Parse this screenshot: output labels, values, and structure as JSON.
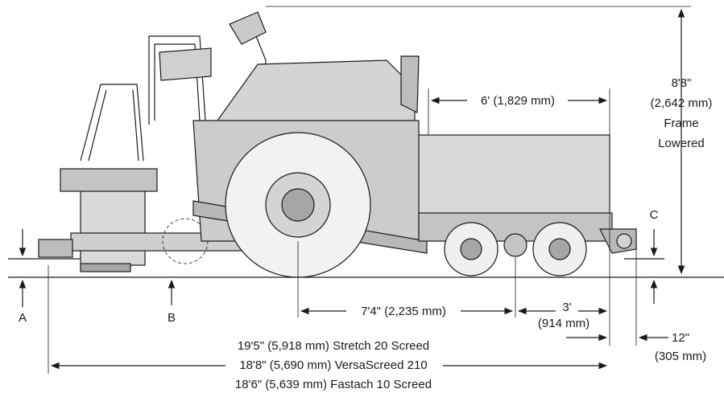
{
  "dimensions": {
    "height": [
      "8'8\"",
      "(2,642 mm)",
      "Frame",
      "Lowered"
    ],
    "hopper_length": "6' (1,829 mm)",
    "wheelbase": "7'4\" (2,235 mm)",
    "axle_spacing": [
      "3'",
      "(914 mm)"
    ],
    "hitch_overhang": [
      "12\"",
      "(305 mm)"
    ],
    "overall_length": [
      "19'5\" (5,918 mm) Stretch 20 Screed",
      "18'8\" (5,690 mm) VersaScreed 210",
      "18'6\" (5,639 mm) Fastach 10 Screed"
    ]
  },
  "markers": {
    "a": "A",
    "b": "B",
    "c": "C"
  },
  "colors": {
    "line": "#1a1a1a",
    "body": "#d9d9d9",
    "body_dark": "#a6a6a6",
    "tire": "#8c8c8c"
  }
}
